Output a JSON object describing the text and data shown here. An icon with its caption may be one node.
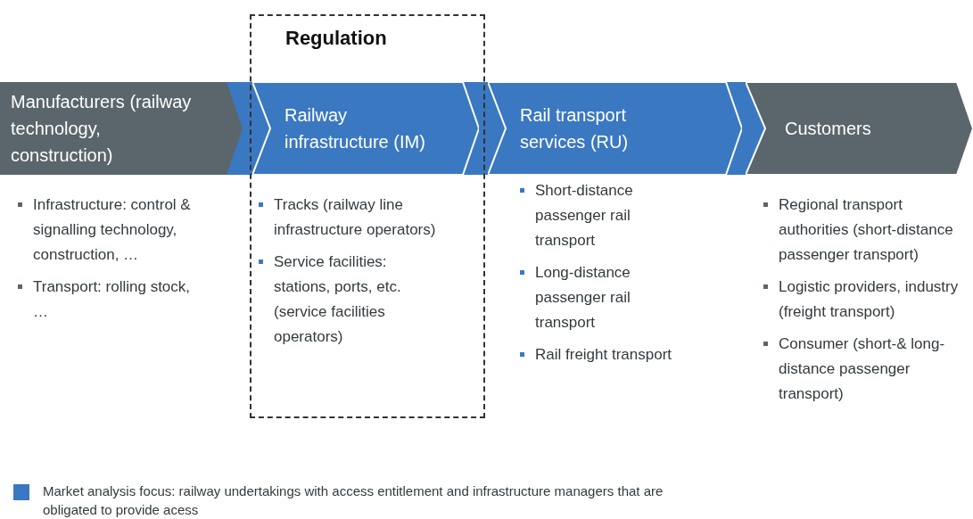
{
  "diagram": {
    "nodes": [
      {
        "text": [
          "Regulation"
        ]
      },
      {
        "text": [
          "Manufacturers (railway technology, construction)"
        ],
        "beside": [
          "Infrastructure: control & signalling technology, construction, …",
          "Transport: rolling stock, …"
        ]
      },
      {
        "text": [
          "Railway infrastructure (IM)"
        ],
        "in": 0,
        "beside": [
          "Tracks (railway line infrastructure operators)",
          "Service facilities: stations, ports, etc. (service facilities operators)"
        ]
      },
      {
        "text": [
          "Rail transport services (RU)"
        ],
        "beside": [
          "Short-distance passenger rail transport",
          "Long-distance passenger rail transport",
          "Rail freight transport"
        ]
      },
      {
        "text": [
          "Customers"
        ],
        "beside": [
          "Regional transport authorities (short-distance passenger transport)",
          "Logistic providers, industry (freight transport)",
          "Consumer (short-& long-distance passenger transport)"
        ]
      }
    ],
    "edges": [],
    "legend": [
      {
        "text": "Market analysis focus: railway undertakings with access entitlement and infrastructure managers that are obligated to provide acess",
        "color": "#3b78c2"
      }
    ]
  }
}
